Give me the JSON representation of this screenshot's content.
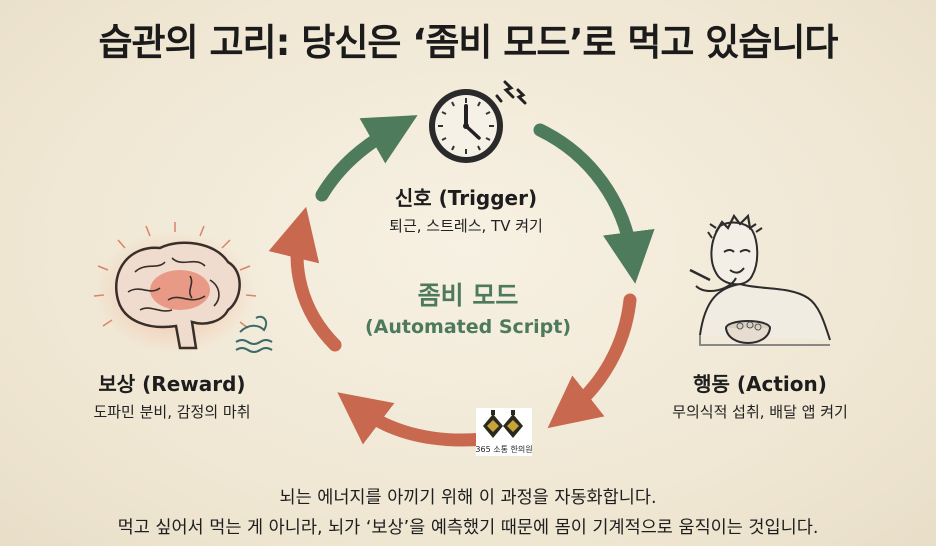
{
  "title": "습관의 고리: 당신은 ‘좀비 모드’로 먹고 있습니다",
  "center": {
    "label": "좀비 모드",
    "sublabel": "(Automated Script)"
  },
  "nodes": {
    "trigger": {
      "label": "신호 (Trigger)",
      "desc": "퇴근, 스트레스, TV 켜기",
      "icon": "clock-icon"
    },
    "action": {
      "label": "행동 (Action)",
      "desc": "무의식적 섭취, 배달 앱 켜기",
      "icon": "eating-person-icon"
    },
    "reward": {
      "label": "보상 (Reward)",
      "desc": "도파민 분비, 감정의 마취",
      "icon": "brain-icon"
    }
  },
  "logo": {
    "text": "365 소통 한의원"
  },
  "footer": {
    "line1": "뇌는 에너지를 아끼기 위해 이 과정을 자동화합니다.",
    "line2": "먹고 싶어서 먹는 게 아니라, 뇌가 ‘보상’을 예측했기 때문에 몸이 기계적으로 움직이는 것입니다."
  },
  "colors": {
    "green_arrow": "#4e7b5c",
    "red_arrow": "#c8694f",
    "brain": "#d9826b"
  }
}
